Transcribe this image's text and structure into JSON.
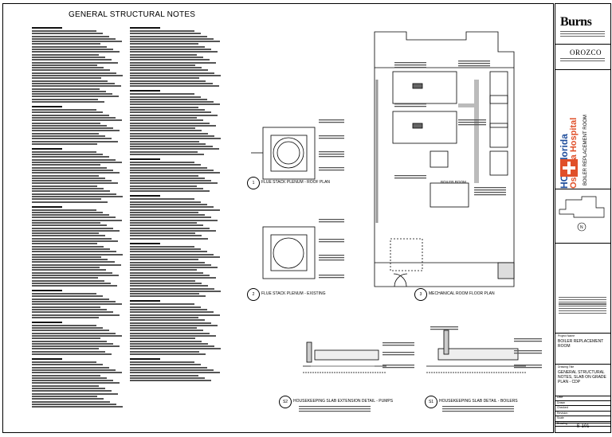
{
  "sheet": {
    "title": "GENERAL STRUCTURAL NOTES",
    "sheet_number": "S-101"
  },
  "title_block": {
    "firm": "Burns",
    "partner": "OROZCO",
    "client_line1": "HCA Florida",
    "client_line2": "Osceola Hospital",
    "project_side": "BOILER REPLACEMENT ROOM",
    "project_label": "Project Name",
    "project_name": "BOILER REPLACEMENT ROOM",
    "drawing_label": "Drawing Title",
    "drawing_title": "GENERAL STRUCTURAL NOTES, SLAB ON GRADE PLAN - CDP",
    "rows": [
      "Date",
      "Drawn",
      "Checked",
      "Revision",
      "Scale",
      "Drawing"
    ],
    "brand_color": "#e0502a",
    "client_color": "#1f4e9c"
  },
  "details": {
    "d1": {
      "num": "1",
      "caption": "FLUE STACK PLENUM - ROOF PLAN"
    },
    "d2": {
      "num": "2",
      "caption": "FLUE STACK PLENUM - EXISTING"
    },
    "d3": {
      "num": "3",
      "caption": "MECHANICAL ROOM FLOOR PLAN"
    },
    "d4": {
      "num": "S2",
      "caption": "HOUSEKEEPING SLAB EXTENSION DETAIL - PUMPS"
    },
    "d5": {
      "num": "S1",
      "caption": "HOUSEKEEPING SLAB DETAIL - BOILERS"
    }
  },
  "labels": {
    "boiler_room": "BOILER ROOM",
    "north": "N"
  }
}
